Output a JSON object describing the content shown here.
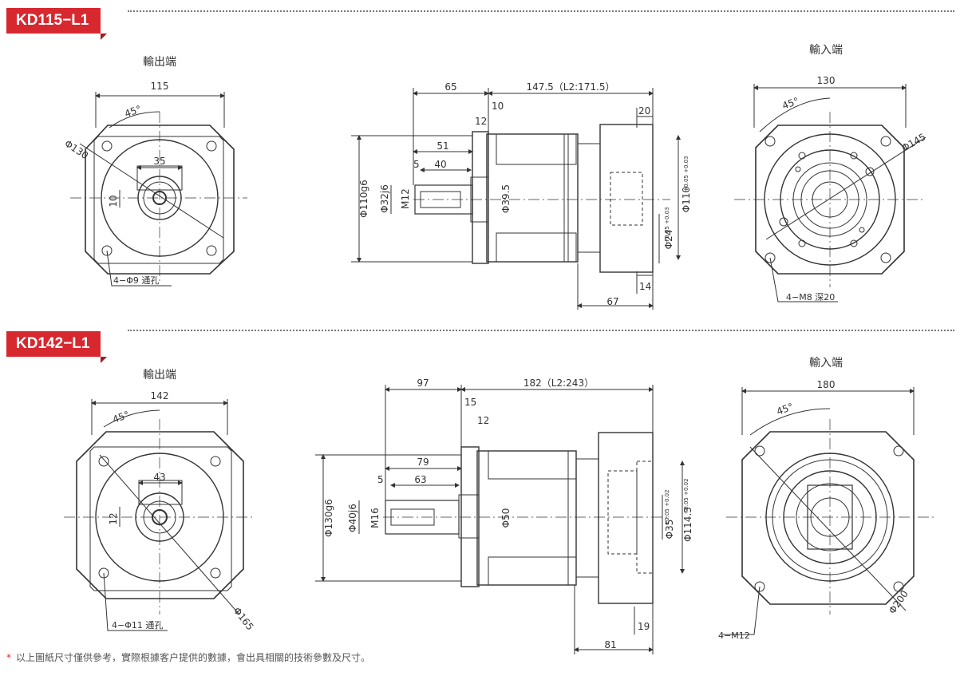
{
  "section1": {
    "model": "KD115−L1",
    "output_title": "輸出端",
    "input_title": "輸入端",
    "out_dims": {
      "width": "115",
      "angle": "45°",
      "pcd": "Φ130",
      "boss": "35",
      "key": "10",
      "holes": "4−Φ9 通孔"
    },
    "side_dims": {
      "d65": "65",
      "total": "147.5（L2:171.5）",
      "d10": "10",
      "d12": "12",
      "d20": "20",
      "d51": "51",
      "d5": "5",
      "d40": "40",
      "flange": "Φ110g6",
      "shaft": "Φ32j6",
      "thread": "M12",
      "pilot": "Φ39.5",
      "in_flange": "Φ110",
      "in_flange_tol": "+0.05 +0.03",
      "in_bore": "Φ24",
      "in_bore_tol": "+0.05 +0.03",
      "d14": "14",
      "d67": "67"
    },
    "in_dims": {
      "width": "130",
      "angle": "45°",
      "pcd": "Φ145",
      "holes": "4−M8 深20"
    }
  },
  "section2": {
    "model": "KD142−L1",
    "output_title": "輸出端",
    "input_title": "輸入端",
    "out_dims": {
      "width": "142",
      "angle": "45°",
      "boss": "43",
      "key": "12",
      "pcd": "Φ165",
      "holes": "4−Φ11 通孔"
    },
    "side_dims": {
      "d97": "97",
      "total": "182（L2:243）",
      "d15": "15",
      "d12": "12",
      "d79": "79",
      "d5": "5",
      "d63": "63",
      "flange": "Φ130g6",
      "shaft": "Φ40j6",
      "thread": "M16",
      "pilot": "Φ50",
      "in_bore": "Φ35",
      "in_bore_tol": "+0.05 +0.02",
      "in_flange": "Φ114.3",
      "in_flange_tol": "+0.05 +0.02",
      "d19": "19",
      "d81": "81"
    },
    "in_dims": {
      "width": "180",
      "angle": "45°",
      "pcd": "Φ200",
      "holes": "4−M12"
    }
  },
  "footnote": "以上圖紙尺寸僅供參考，實際根據客户提供的數據，會出具相關的技術參數及尺寸。",
  "colors": {
    "accent": "#d7282f",
    "line": "#333333"
  }
}
